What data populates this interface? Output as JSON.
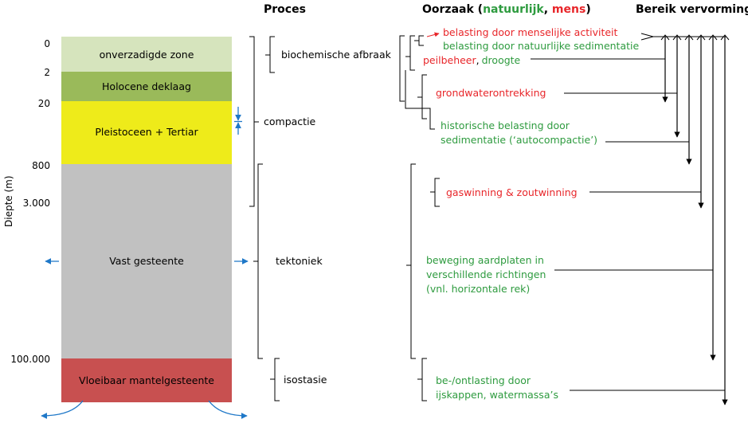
{
  "headers": {
    "proces": "Proces",
    "oorzaak_prefix": "Oorzaak (",
    "natuurlijk": "natuurlijk",
    "sep": ", ",
    "mens": "mens",
    "suffix": ")",
    "bereik": "Bereik vervorming"
  },
  "y_axis_label": "Diepte (m)",
  "depth_ticks": [
    "0",
    "2",
    "20",
    "800",
    "3.000",
    "100.000"
  ],
  "layers": [
    {
      "label": "onverzadigde zone",
      "color": "#d6e4bd"
    },
    {
      "label": "Holocene deklaag",
      "color": "#9aba5a"
    },
    {
      "label": "Pleistoceen + Tertiar",
      "color": "#eeeb1a"
    },
    {
      "label": "Vast gesteente",
      "color": "#c1c1c1"
    },
    {
      "label": "Vloeibaar mantelgesteente",
      "color": "#c85050"
    }
  ],
  "processes": [
    "biochemische afbraak",
    "compactie",
    "tektoniek",
    "isostasie"
  ],
  "causes": {
    "mens_belasting": "belasting door menselijke activiteit",
    "nat_belasting": "belasting door natuurlijke sedimentatie",
    "peilbeheer": "peilbeheer",
    "comma": ",",
    "droogte": "droogte",
    "grondwater": "grondwaterontrekking",
    "historisch_1": "historische belasting door",
    "historisch_2": "sedimentatie (‘autocompactie’)",
    "gaswinning": "gaswinning & zoutwinning",
    "aardplaten_1": "beweging aardplaten in",
    "aardplaten_2": "verschillende richtingen",
    "aardplaten_3": "(vnl. horizontale rek)",
    "ijskappen_1": "be-/ontlasting door",
    "ijskappen_2": "ijskappen, watermassa’s"
  },
  "colors": {
    "natuurlijk": "#2e9b3f",
    "mens": "#e8262a",
    "arrow_blue": "#1f78c8",
    "line": "#000000"
  }
}
